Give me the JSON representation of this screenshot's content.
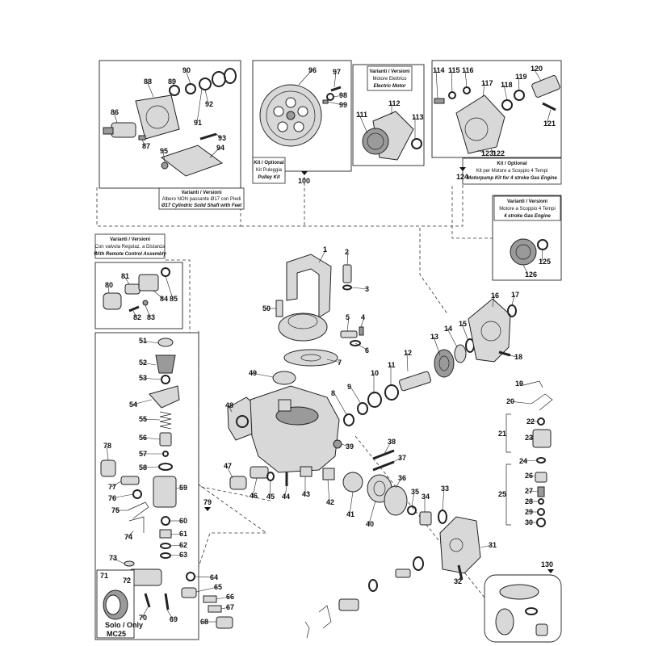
{
  "callouts": [
    "1",
    "2",
    "3",
    "4",
    "5",
    "6",
    "7",
    "8",
    "9",
    "10",
    "11",
    "12",
    "13",
    "14",
    "15",
    "16",
    "17",
    "18",
    "19",
    "20",
    "21",
    "22",
    "23",
    "24",
    "25",
    "26",
    "27",
    "28",
    "29",
    "30",
    "31",
    "32",
    "33",
    "34",
    "35",
    "36",
    "37",
    "38",
    "39",
    "40",
    "41",
    "42",
    "43",
    "44",
    "45",
    "46",
    "47",
    "48",
    "49",
    "50",
    "51",
    "52",
    "53",
    "54",
    "55",
    "56",
    "57",
    "58",
    "59",
    "60",
    "61",
    "62",
    "63",
    "64",
    "65",
    "66",
    "67",
    "68",
    "69",
    "70",
    "71",
    "72",
    "73",
    "74",
    "75",
    "76",
    "77",
    "78",
    "79",
    "80",
    "81",
    "82",
    "83",
    "84",
    "85",
    "86",
    "87",
    "88",
    "89",
    "90",
    "91",
    "92",
    "93",
    "94",
    "95",
    "96",
    "97",
    "98",
    "99",
    "100",
    "111",
    "112",
    "113",
    "114",
    "115",
    "116",
    "117",
    "118",
    "119",
    "120",
    "121",
    "122",
    "123",
    "124",
    "125",
    "126",
    "130"
  ],
  "boxes": {
    "shaft_variant": {
      "line1": "Varianti / Versioni",
      "line2": "Albero NON passante Ø17 con Piedi",
      "line3": "Ø17 Cylindric Solid Shaft with Feet"
    },
    "pulley_kit": {
      "line1": "Kit / Optional",
      "line2": "Kit Puleggia",
      "line3": "Pulley Kit",
      "number": "100"
    },
    "electric_motor": {
      "line1": "Varianti / Versioni",
      "line2": "Motore Elettrico",
      "line3": "Electric Motor"
    },
    "gas_engine_kit": {
      "line1": "Kit / Optional",
      "line2": "Kit per Motore a Scoppio 4 Tempi",
      "line3": "Motorpump Kit for 4 stroke Gas Engine",
      "number": "124"
    },
    "gas_engine_variant": {
      "line1": "Varianti / Versioni",
      "line2": "Motore a Scoppio 4 Tempi",
      "line3": "4 stroke Gas Engine"
    },
    "remote_control": {
      "line1": "Varianti / Versioni",
      "line2": "Con valvola Regolaz. a Distanza",
      "line3": "With Remote Control Assembly"
    },
    "mc25": {
      "line1": "Solo / Only",
      "line2": "MC25"
    },
    "regulator_group": {
      "number": "79"
    },
    "diaphragm_kit": {
      "number": "130"
    }
  }
}
